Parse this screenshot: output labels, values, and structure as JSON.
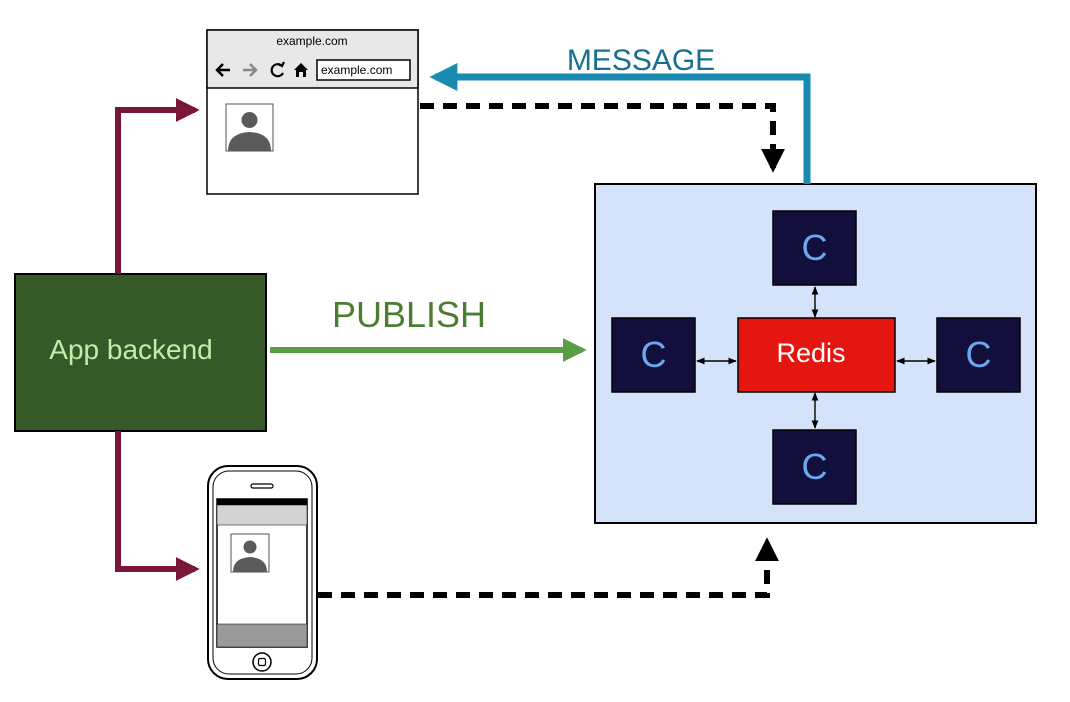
{
  "labels": {
    "message": "MESSAGE",
    "publish": "PUBLISH",
    "backend": "App backend",
    "redis": "Redis",
    "client_node": "C"
  },
  "browser": {
    "title": "example.com",
    "url": "example.com",
    "back_icon": "arrow-left-icon",
    "forward_icon": "arrow-right-icon",
    "reload_icon": "reload-icon",
    "home_icon": "home-icon",
    "avatar_icon": "user-avatar-icon"
  },
  "phone": {
    "avatar_icon": "user-avatar-icon",
    "home_button_icon": "home-button-icon"
  },
  "colors": {
    "message_arrow": "#1a8bb0",
    "message_text": "#17708f",
    "publish_arrow": "#5b9c47",
    "publish_text": "#4d7d33",
    "fanout_arrow": "#7a1638",
    "backend_fill": "#355a27",
    "backend_text": "#c8eaa8",
    "cluster_fill": "#d4e3fa",
    "redis_fill": "#e5150f",
    "node_fill": "#130f3d",
    "node_text": "#6ca8f0"
  }
}
